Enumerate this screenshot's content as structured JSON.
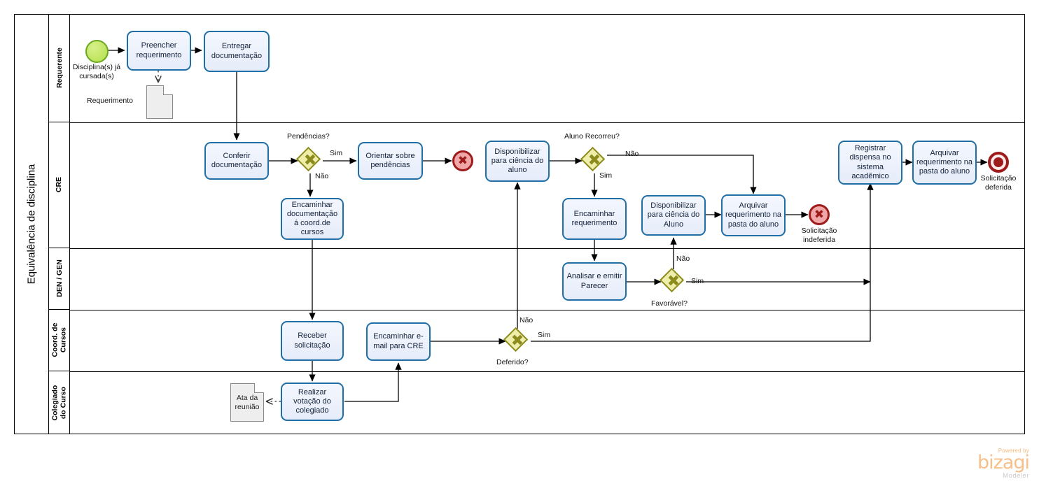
{
  "pool": {
    "title": "Equivalência de disciplina"
  },
  "lanes": [
    {
      "id": "requerente",
      "label": "Requerente"
    },
    {
      "id": "cre",
      "label": "CRE"
    },
    {
      "id": "den-gen",
      "label": "DEN / GEN"
    },
    {
      "id": "coord-cursos",
      "label": "Coord. de\nCursos"
    },
    {
      "id": "colegiado",
      "label": "Colegiado\ndo Curso"
    }
  ],
  "events": {
    "start": {
      "label": "Disciplina(s) já cursada(s)"
    },
    "end_pendencias": {
      "label": ""
    },
    "end_indeferida": {
      "label": "Solicitação indeferida"
    },
    "end_deferida": {
      "label": "Solicitação deferida"
    }
  },
  "tasks": {
    "preencher": "Preencher requerimento",
    "entregar": "Entregar documentação",
    "conferir": "Conferir documentação",
    "orientar": "Orientar sobre pendências",
    "encaminhar_doc": "Encaminhar documentação á coord.de cursos",
    "disponibilizar_ciencia": "Disponibilizar para ciência do aluno",
    "encaminhar_req": "Encaminhar requerimento",
    "disponibilizar_ciencia2": "Disponibilizar para ciência do Aluno",
    "arquivar_pasta": "Arquivar requerimento na pasta do aluno",
    "registrar_dispensa": "Registrar dispensa no sistema acadêmico",
    "arquivar_pasta2": "Arquivar requerimento na pasta do aluno",
    "analisar": "Analisar e emitir Parecer",
    "receber": "Receber solicitação",
    "encaminhar_email": "Encaminhar e-mail para CRE",
    "realizar_votacao": "Realizar votação do colegiado"
  },
  "gateways": {
    "pendencias": {
      "label": "Pendências?",
      "yes": "Sim",
      "no": "Não"
    },
    "aluno_recorreu": {
      "label": "Aluno Recorreu?",
      "yes": "Sim",
      "no": "Não"
    },
    "favoravel": {
      "label": "Favorável?",
      "yes": "Sim",
      "no": "Não"
    },
    "deferido": {
      "label": "Deferido?",
      "yes": "Sim",
      "no": "Não"
    }
  },
  "data_objects": {
    "requerimento": "Requerimento",
    "ata": "Ata da reunião"
  },
  "branding": {
    "powered_by": "Powered by",
    "name": "bizagi",
    "product": "Modeler"
  },
  "colors": {
    "task_border": "#1f6ea5",
    "task_fill": "#eaf0fb",
    "gateway_fill": "#eeeeaa",
    "gateway_border": "#8c8c1e",
    "start_fill": "#b3e04a",
    "end_border": "#9e1b1b",
    "brand": "#f7c08a"
  }
}
